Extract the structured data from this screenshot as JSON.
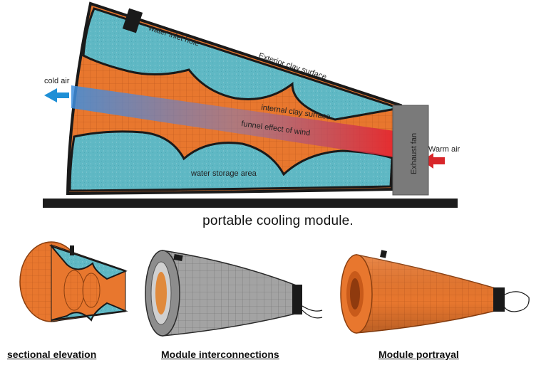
{
  "labels": {
    "water_inlet": "water inlet hole",
    "exterior": "Exterior clay surface",
    "cold_air": "cold air",
    "internal": "internal clay surface",
    "funnel": "funnel effect of wind",
    "exhaust_fan": "Exhaust fan",
    "warm_air": "Warm air",
    "water_storage": "water storage area"
  },
  "captions": {
    "main": "portable cooling module.",
    "sectional": "sectional elevation",
    "interconnections": "Module interconnections",
    "portrayal": "Module portrayal"
  },
  "colors": {
    "water": "#5fb8c4",
    "clay": "#e8772e",
    "clay_dark": "#c85a1a",
    "outline": "#1a1a1a",
    "cold_arrow": "#1e8fd6",
    "warm_arrow": "#d8262a",
    "fan": "#7a7a7a",
    "base": "#1c1c1c",
    "grey_module": "#9a9a9a"
  }
}
